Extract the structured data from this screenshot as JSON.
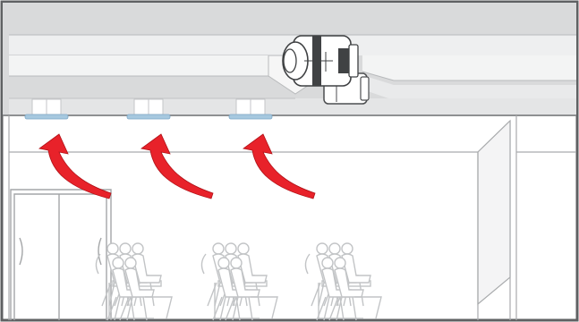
{
  "scene": {
    "components": [
      "ceiling-plenum",
      "ventilation-unit",
      "ceiling-diffusers",
      "classroom-seating"
    ],
    "airflow_direction": "upward-to-ceiling",
    "diffuser_count": 3,
    "seat_group_count": 3,
    "people_per_group": 3,
    "colors": {
      "ceiling": "#d9dadb",
      "duct": "#eff0f0",
      "line": "#9a9c9e",
      "outline": "#6e7072",
      "arrow": "#e8222a",
      "diffuser": "#9fc3dc",
      "figure": "#c4c6c8"
    }
  }
}
